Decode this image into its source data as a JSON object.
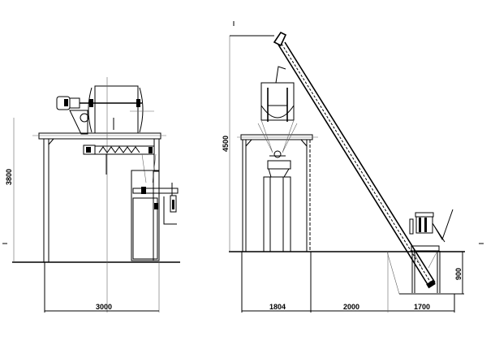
{
  "drawing": {
    "side_view": {
      "height_dimension": "3800",
      "width_dimension": "3000"
    },
    "front_view": {
      "height_dimension": "4500",
      "pit_depth_dimension": "900",
      "width_dimensions": [
        "1804",
        "2000",
        "1700"
      ]
    }
  }
}
